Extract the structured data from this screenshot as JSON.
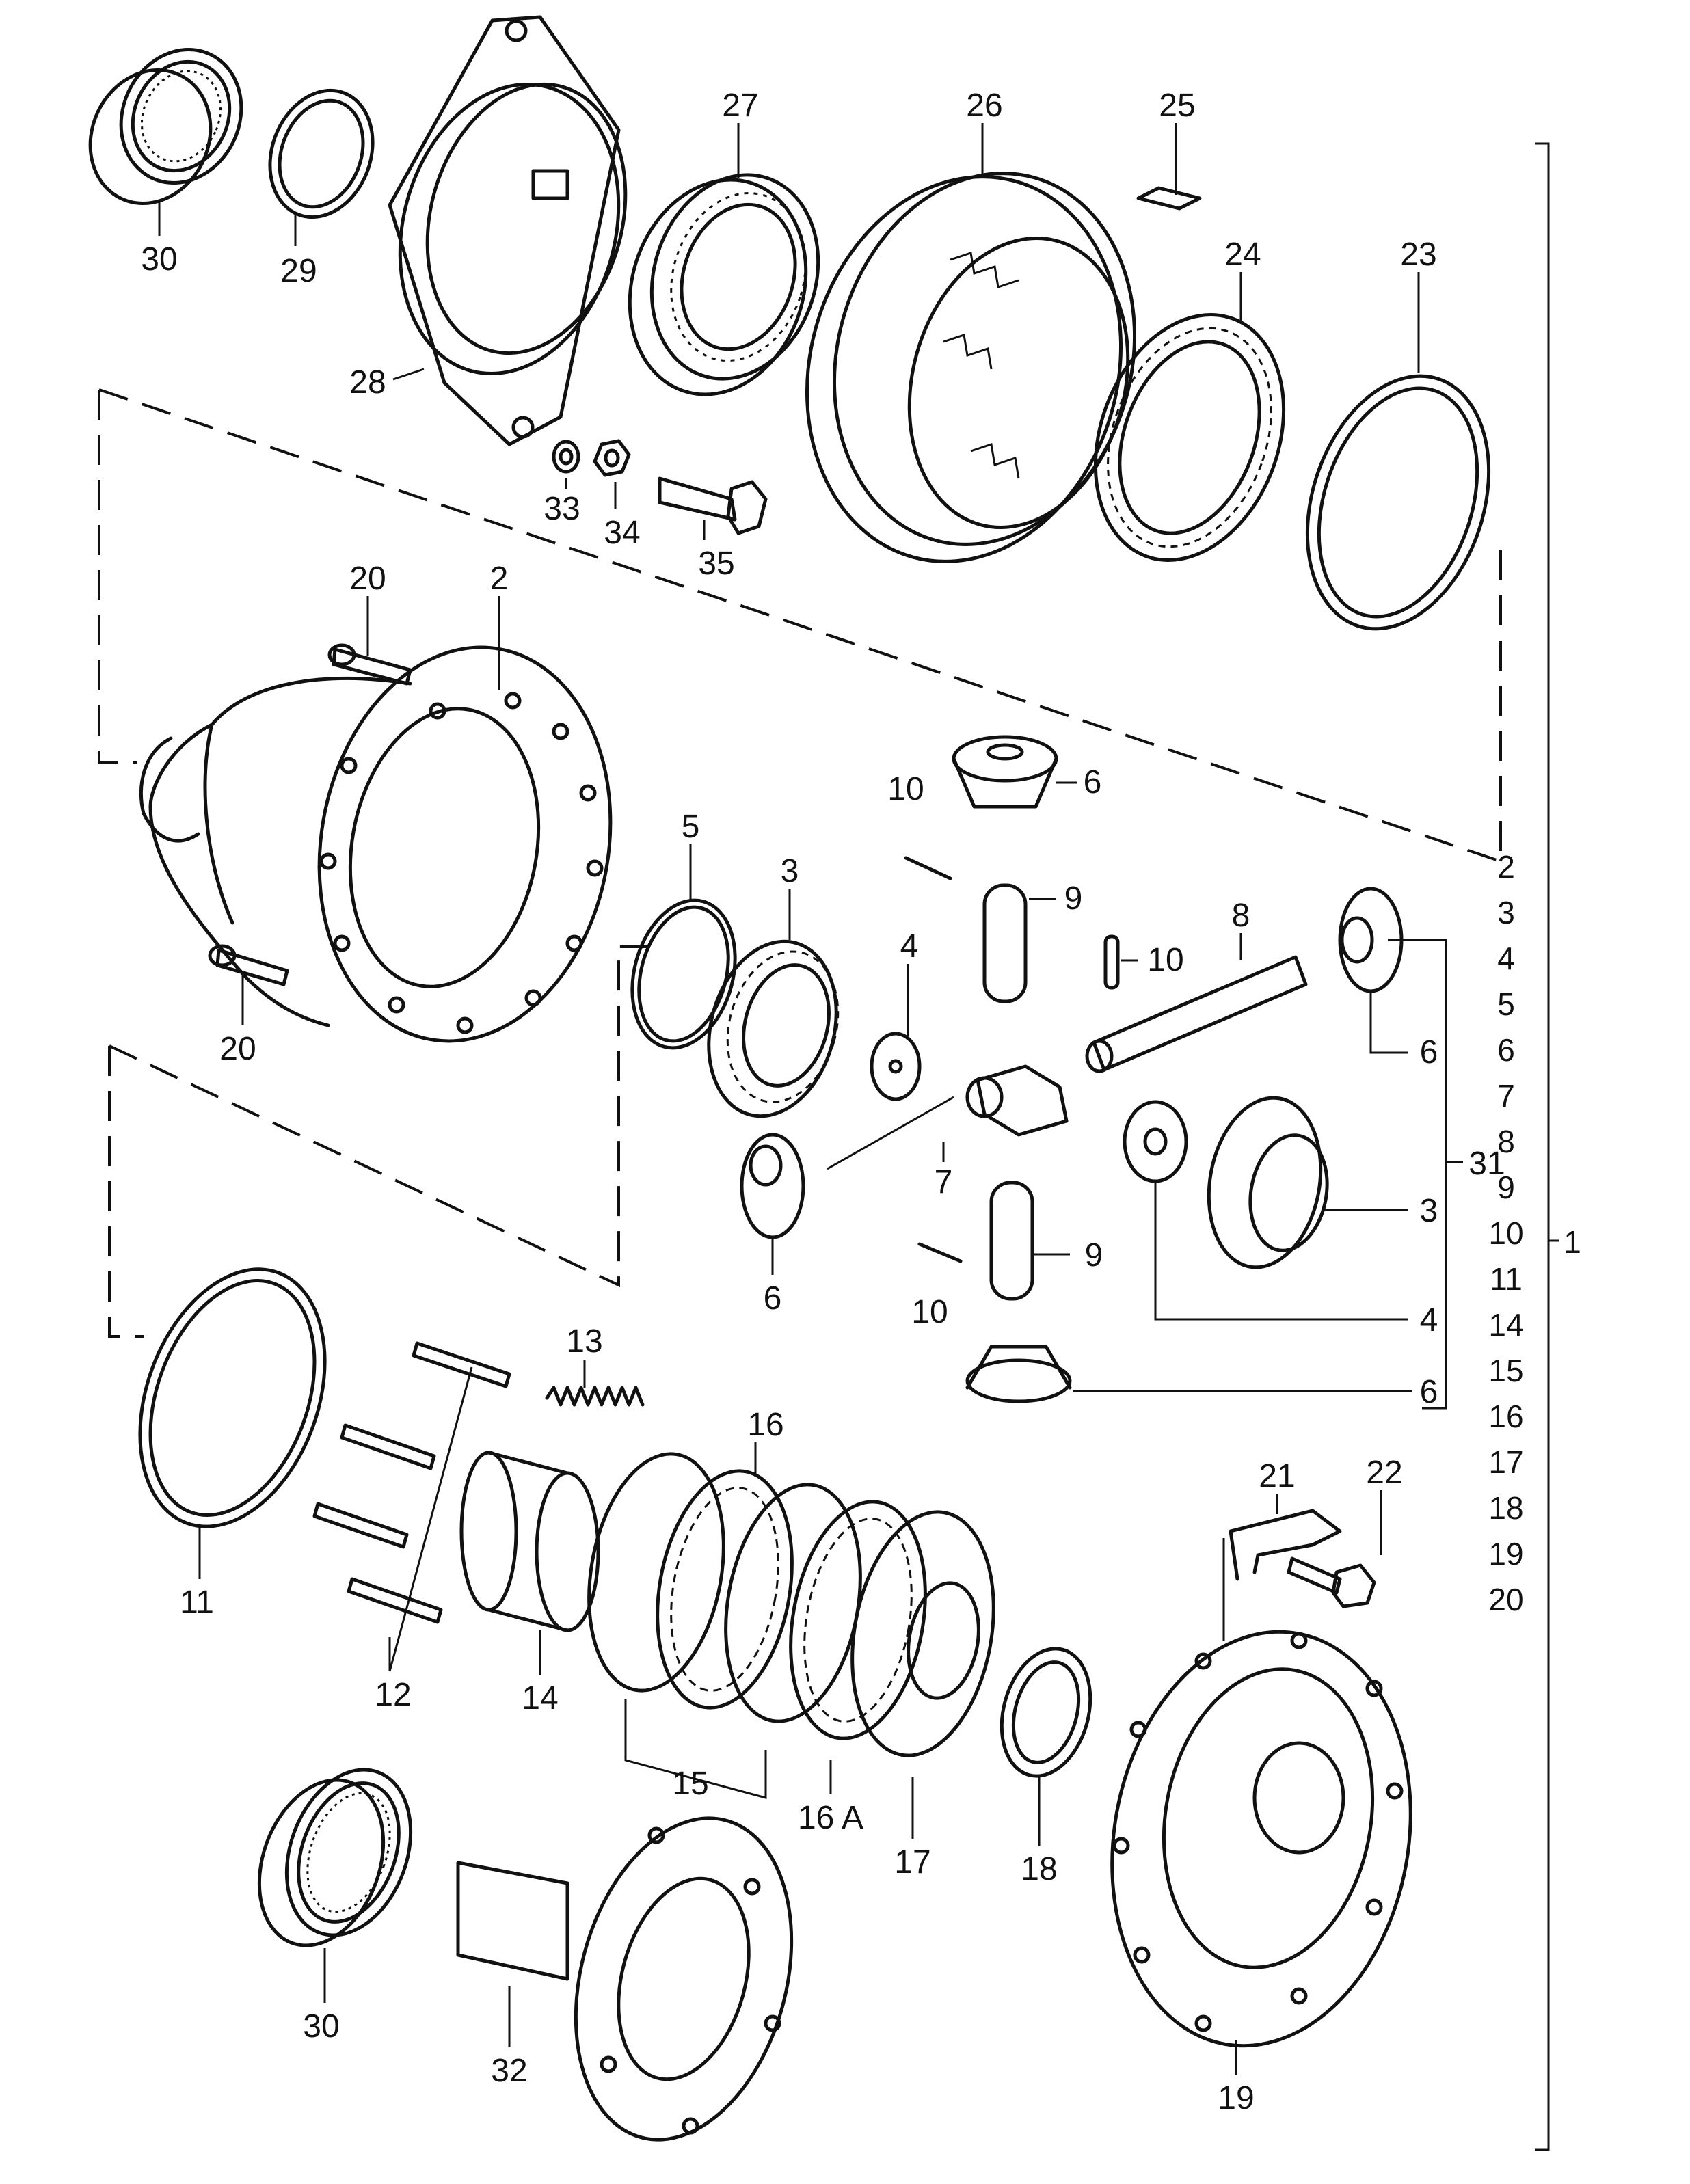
{
  "callouts": {
    "c30a": "30",
    "c29": "29",
    "c28": "28",
    "c27": "27",
    "c26": "26",
    "c25": "25",
    "c24": "24",
    "c23": "23",
    "c33": "33",
    "c34": "34",
    "c35": "35",
    "c20a": "20",
    "c2": "2",
    "c20b": "20",
    "c5": "5",
    "c3a": "3",
    "c10a": "10",
    "c6a": "6",
    "c9a": "9",
    "c4a": "4",
    "c10b": "10",
    "c8": "8",
    "c6b": "6",
    "c7": "7",
    "c6c": "6",
    "c31": "31",
    "c3b": "3",
    "c9b": "9",
    "c10c": "10",
    "c4b": "4",
    "c6d": "6",
    "c13": "13",
    "c16": "16",
    "c11": "11",
    "c12": "12",
    "c14": "14",
    "c15": "15",
    "c16a": "16 A",
    "c17": "17",
    "c18": "18",
    "c21": "21",
    "c22": "22",
    "c19": "19",
    "c30b": "30",
    "c32": "32"
  },
  "index_list": [
    "2",
    "3",
    "4",
    "5",
    "6",
    "7",
    "8",
    "9",
    "10",
    "11",
    "14",
    "15",
    "16",
    "17",
    "18",
    "19",
    "20"
  ],
  "assembly_label": "1"
}
